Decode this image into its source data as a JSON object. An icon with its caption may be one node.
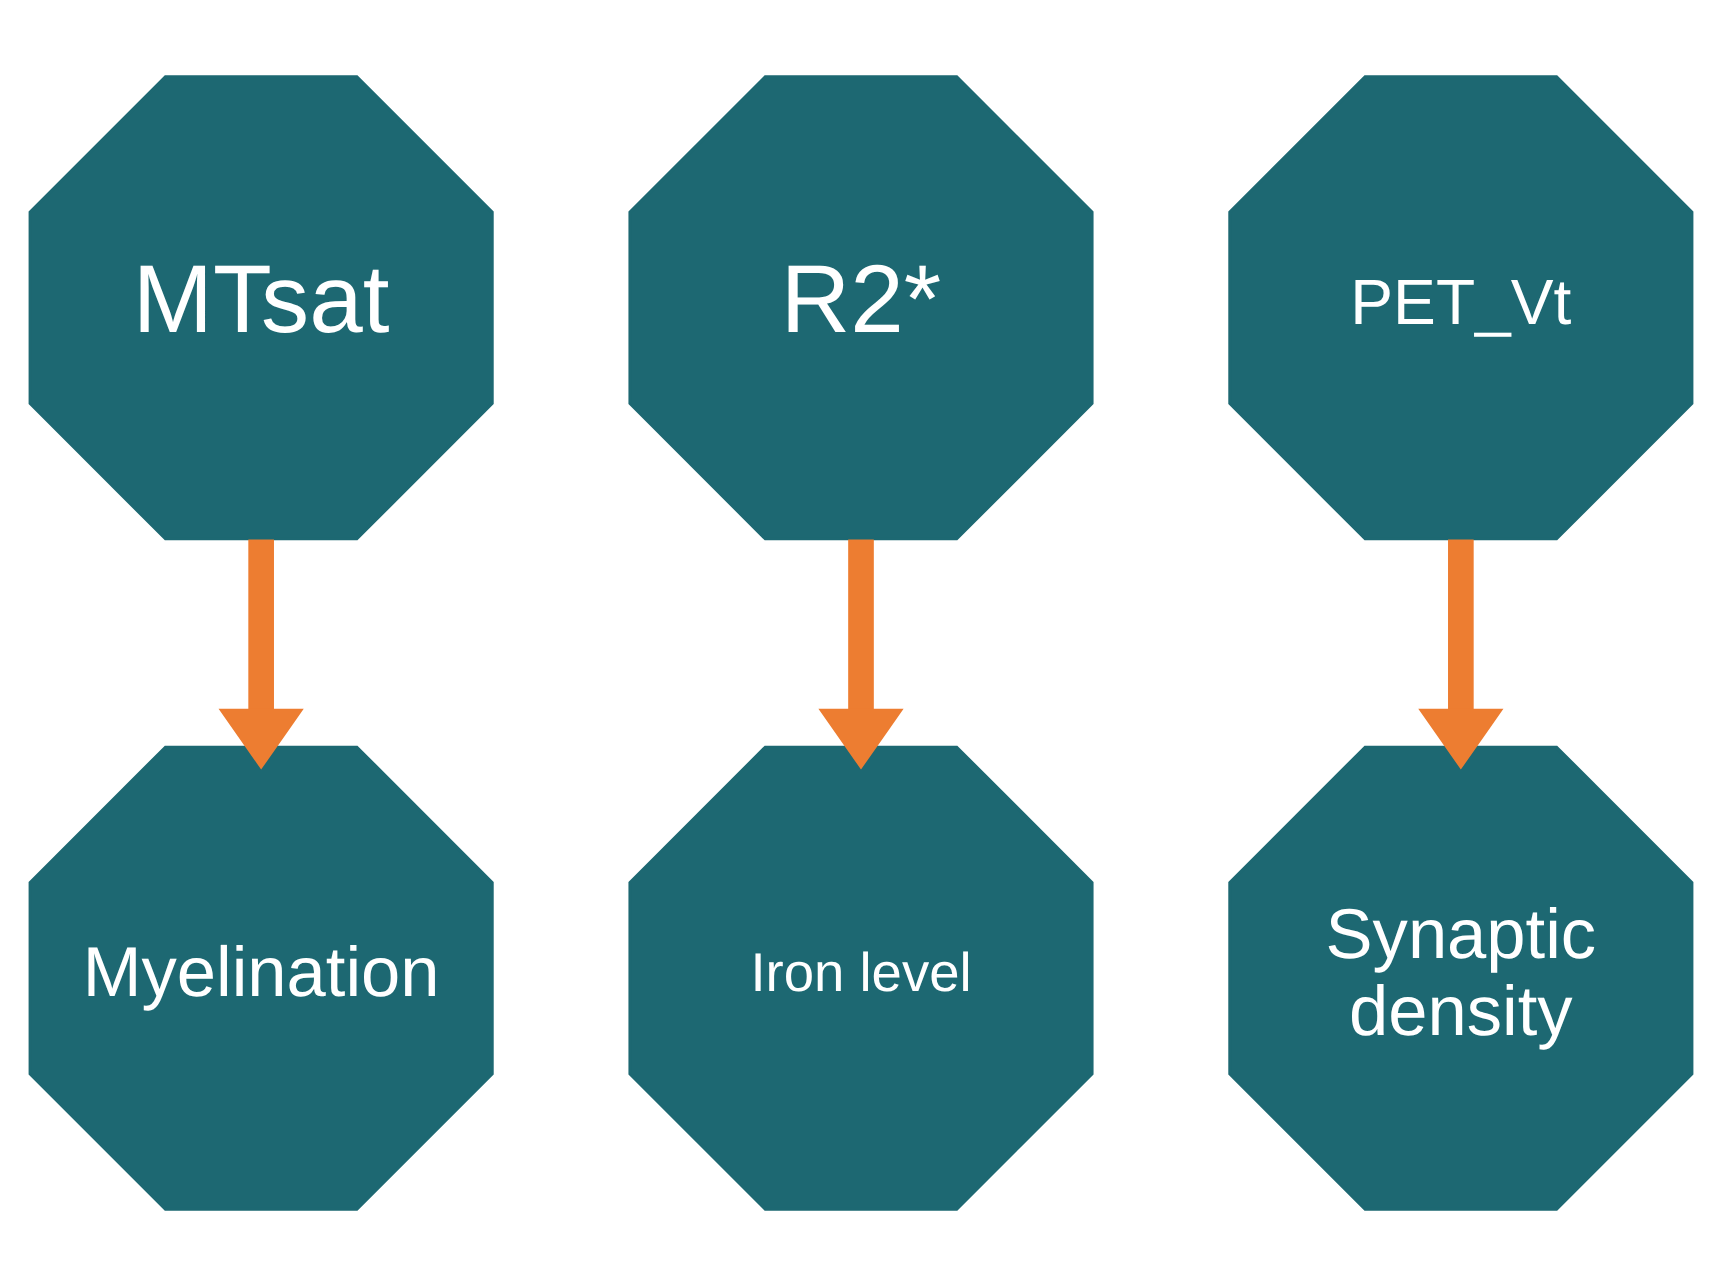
{
  "diagram": {
    "nodes": [
      {
        "text": [
          "MTsat"
        ]
      },
      {
        "text": [
          "R2*"
        ]
      },
      {
        "text": [
          "PET_Vt"
        ]
      },
      {
        "text": [
          "Myelination"
        ]
      },
      {
        "text": [
          "Iron level"
        ]
      },
      {
        "text": [
          "Synaptic density"
        ]
      }
    ],
    "edges": [
      {
        "from": 0,
        "to": 3,
        "arrow": "to"
      },
      {
        "from": 1,
        "to": 4,
        "arrow": "to"
      },
      {
        "from": 2,
        "to": 5,
        "arrow": "to"
      }
    ]
  }
}
